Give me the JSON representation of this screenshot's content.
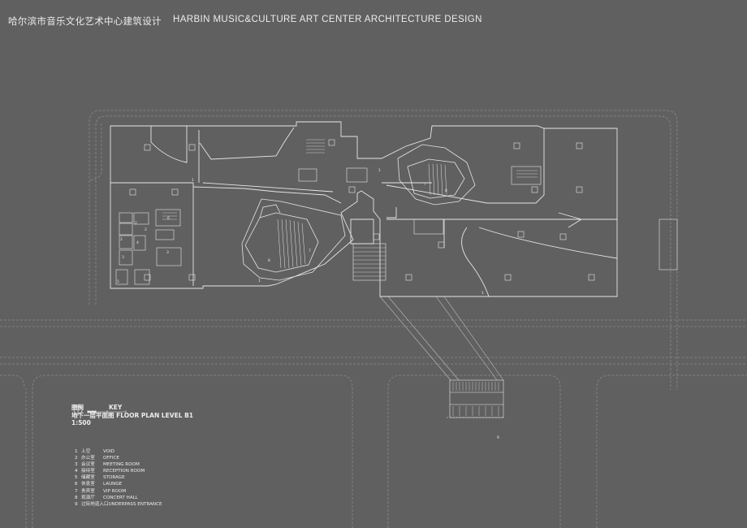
{
  "header": {
    "title_cn": "哈尔滨市音乐文化艺术中心建筑设计",
    "title_en": "HARBIN MUSIC&CULTURE ART CENTER ARCHITECTURE DESIGN"
  },
  "key": {
    "label_cn": "图例",
    "label_en": "KEY",
    "plan_cn": "地下一层平面图",
    "plan_en": "FLOOR PLAN LEVEL B1",
    "scale": "1:500"
  },
  "legend": [
    {
      "num": "1",
      "cn": "上空",
      "en": "VOID"
    },
    {
      "num": "2",
      "cn": "办公室",
      "en": "OFFICE"
    },
    {
      "num": "3",
      "cn": "会议室",
      "en": "MEETING ROOM"
    },
    {
      "num": "4",
      "cn": "接待室",
      "en": "RECEPTION ROOM"
    },
    {
      "num": "5",
      "cn": "储藏室",
      "en": "STORAGE"
    },
    {
      "num": "6",
      "cn": "休息室",
      "en": "LAUNGE"
    },
    {
      "num": "7",
      "cn": "贵宾室",
      "en": "VIP ROOM"
    },
    {
      "num": "8",
      "cn": "观演厅",
      "en": "CONCERT HALL"
    },
    {
      "num": "9",
      "cn": "过街地道入口",
      "en": "UNDERPASS ENTRANCE"
    }
  ],
  "colors": {
    "background": "#606060",
    "lines": "#e6e6e6",
    "faint_lines": "#8a8a8a",
    "text": "#ececec"
  }
}
